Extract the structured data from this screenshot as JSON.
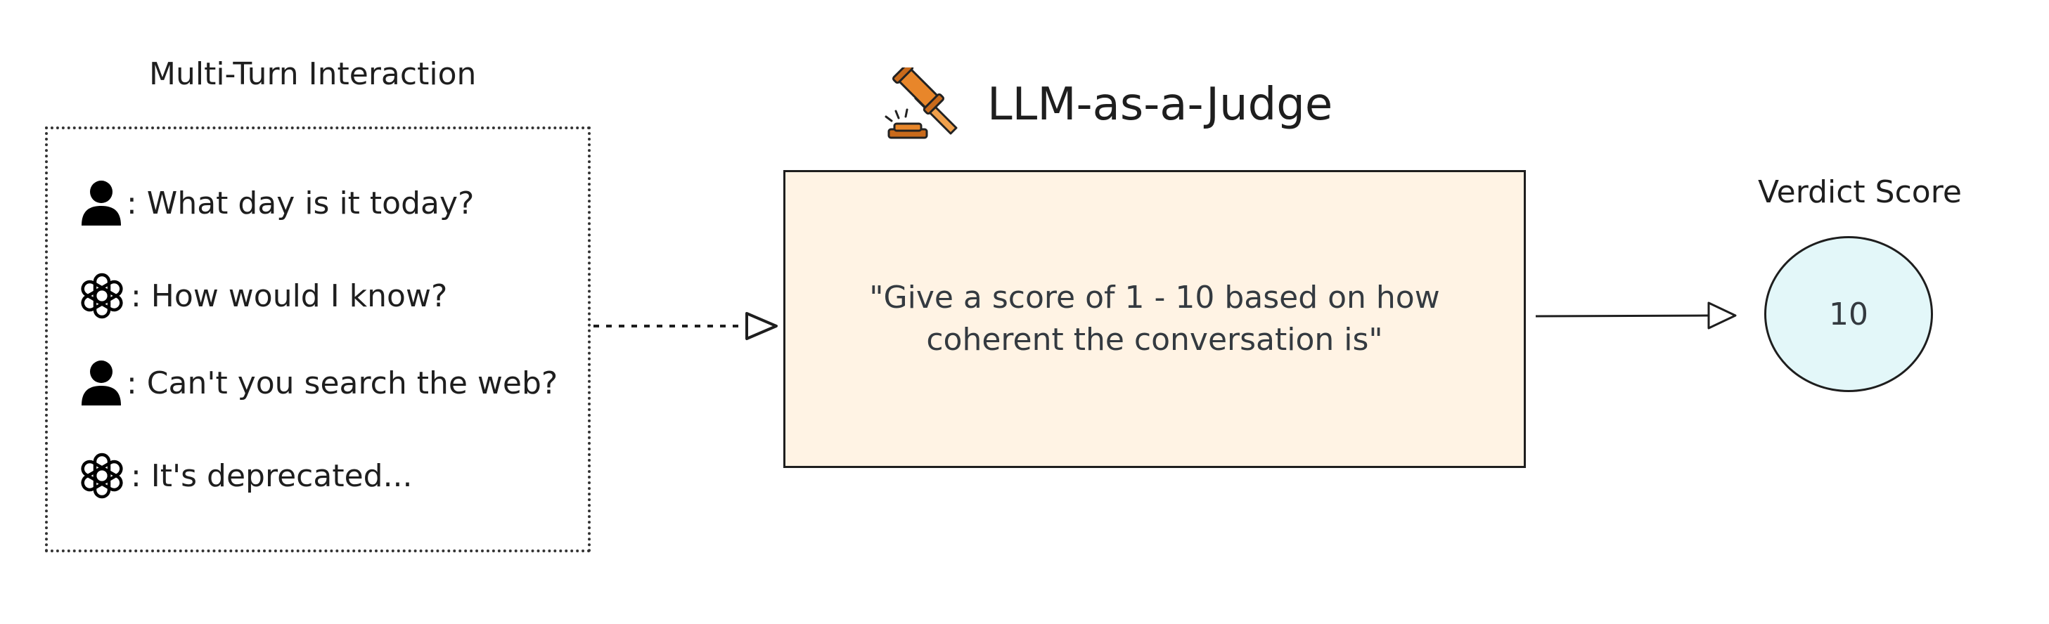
{
  "interaction": {
    "title": "Multi-Turn Interaction",
    "turns": [
      {
        "speaker": "user-icon",
        "text": ": What day is it today?"
      },
      {
        "speaker": "openai-icon",
        "text": ": How would I know?"
      },
      {
        "speaker": "user-icon",
        "text": ": Can't you search the web?"
      },
      {
        "speaker": "openai-icon",
        "text": ": It's deprecated..."
      }
    ]
  },
  "judge": {
    "icon": "gavel-icon",
    "title": "LLM-as-a-Judge",
    "prompt": "\"Give a score of 1 - 10 based on how coherent the conversation is\""
  },
  "verdict": {
    "title": "Verdict Score",
    "score": "10"
  },
  "colors": {
    "prompt_fill": "#fff3e4",
    "score_fill": "#e3f7f9",
    "stroke": "#1e1e1e",
    "gavel": "#e8862a"
  }
}
